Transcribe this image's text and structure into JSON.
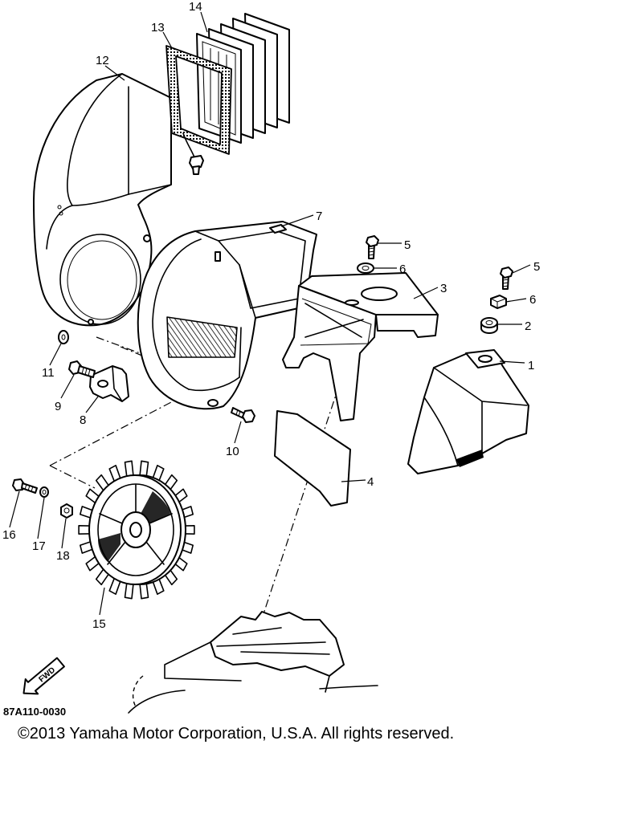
{
  "diagram": {
    "callouts": [
      "14",
      "13",
      "12",
      "7",
      "5",
      "6",
      "3",
      "5",
      "6",
      "2",
      "1",
      "11",
      "9",
      "8",
      "10",
      "4",
      "16",
      "17",
      "18",
      "15"
    ],
    "fwd_label": "FWD",
    "part_code": "87A110-0030"
  },
  "footer": {
    "copyright": "©2013 Yamaha Motor Corporation, U.S.A. All rights reserved."
  },
  "colors": {
    "ink": "#000000",
    "background": "#ffffff"
  }
}
